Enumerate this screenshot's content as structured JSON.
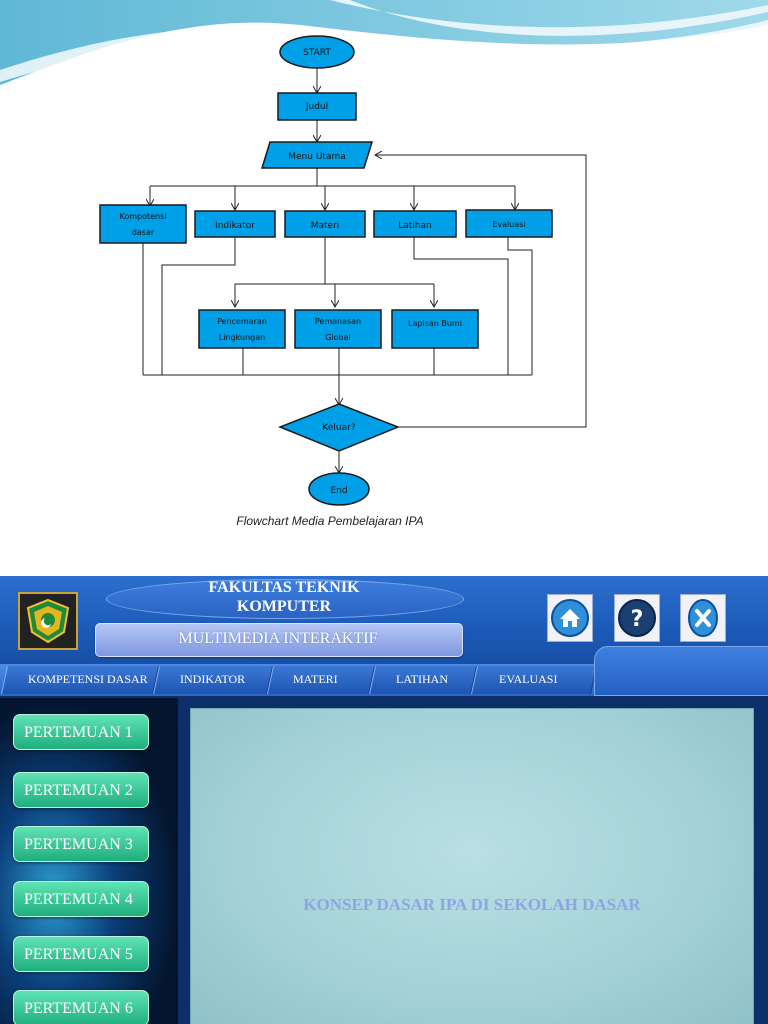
{
  "flowchart": {
    "start": "START",
    "judul": "Judul",
    "menu_utama": "Menu Utama",
    "kompotensi_line1": "Kompotensi",
    "kompotensi_line2": "dasar",
    "indikator": "Indikator",
    "materi": "Materi",
    "latihan": "Latihan",
    "evaluasi": "Evaluasi",
    "pencemaran_line1": "Pencemaran",
    "pencemaran_line2": "Lingkungan",
    "pemanasan_line1": "Pemanasan",
    "pemanasan_line2": "Global",
    "lapisan_bumi": "Lapisan Bumi",
    "keluar": "Keluar?",
    "end": "End",
    "caption": "Flowchart Media Pembelajaran IPA",
    "box_color": "#00a0e8"
  },
  "app": {
    "faculty_line1": "FAKULTAS TEKNIK",
    "faculty_line2": "KOMPUTER",
    "subtitle": "MULTIMEDIA INTERAKTIF",
    "nav": [
      "KOMPETENSI DASAR",
      "INDIKATOR",
      "MATERI",
      "LATIHAN",
      "EVALUASI"
    ],
    "sidebar": [
      "PERTEMUAN 1",
      "PERTEMUAN 2",
      "PERTEMUAN 3",
      "PERTEMUAN 4",
      "PERTEMUAN 5",
      "PERTEMUAN 6"
    ],
    "content_title": "KONSEP DASAR IPA DI SEKOLAH DASAR",
    "icons": [
      "home-icon",
      "help-icon",
      "close-icon"
    ]
  }
}
